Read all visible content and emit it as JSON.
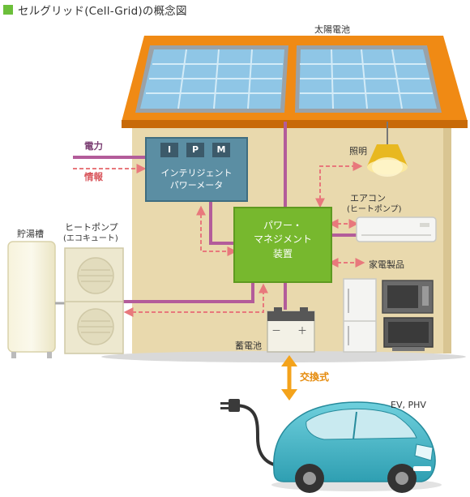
{
  "title": "セルグリッド(Cell-Grid)の概念図",
  "colors": {
    "title_marker": "#6cbf3a",
    "roof": "#f08a14",
    "wall": "#e9d9ad",
    "power_line": "#b35c9a",
    "info_line": "#e8787c",
    "power_manager": "#77b82e",
    "meter": "#5b8ea3",
    "exchange_arrow": "#f4a31b",
    "ev_body": "#3fb3c4"
  },
  "labels": {
    "solar": "太陽電池",
    "power": "電力",
    "info": "情報",
    "ipm_letters": [
      "I",
      "P",
      "M"
    ],
    "meter_line1": "インテリジェント",
    "meter_line2": "パワーメータ",
    "lighting": "照明",
    "aircon": "エアコン",
    "aircon_sub": "(ヒートポンプ)",
    "pm_line1": "パワー・",
    "pm_line2": "マネジメント",
    "pm_line3": "装置",
    "appliances": "家電製品",
    "tank": "貯湯槽",
    "heatpump": "ヒートポンプ",
    "heatpump_sub": "(エコキュート)",
    "battery": "蓄電池",
    "battery_minus": "－",
    "battery_plus": "＋",
    "exchange": "交換式",
    "ev": "EV, PHV"
  }
}
